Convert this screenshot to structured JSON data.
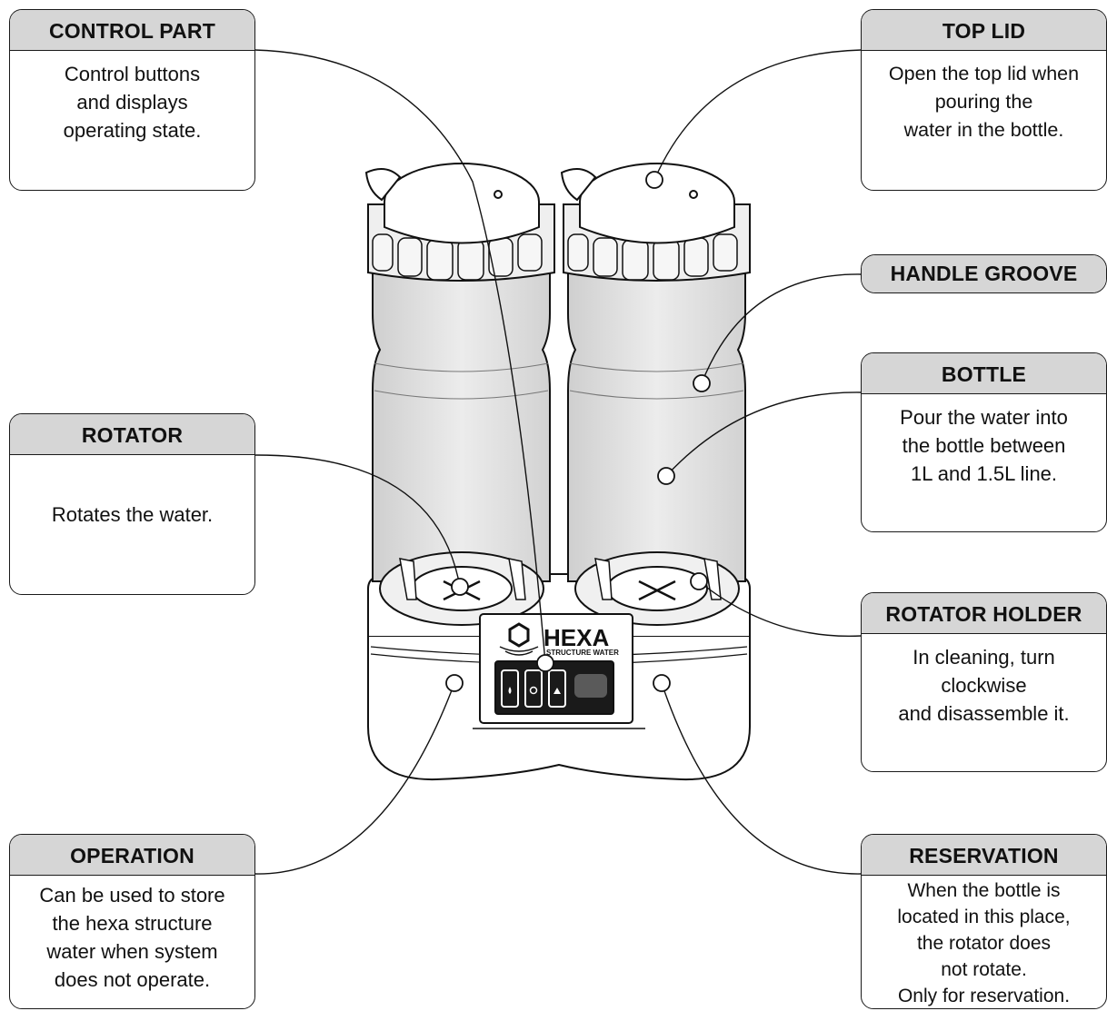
{
  "callouts": {
    "control_part": {
      "title": "CONTROL PART",
      "text": "Control buttons\nand displays\noperating state."
    },
    "top_lid": {
      "title": "TOP LID",
      "text": "Open the top lid when\npouring the\nwater in the bottle."
    },
    "handle_groove": {
      "title": "HANDLE GROOVE"
    },
    "bottle": {
      "title": "BOTTLE",
      "text": "Pour the water into\nthe bottle between\n1L and 1.5L line."
    },
    "rotator": {
      "title": "ROTATOR",
      "text": "Rotates the water."
    },
    "rotator_holder": {
      "title": "ROTATOR HOLDER",
      "text": "In cleaning, turn\nclockwise\nand disassemble it."
    },
    "operation": {
      "title": "OPERATION",
      "text": "Can be used to store\nthe hexa structure\nwater when system\ndoes not operate."
    },
    "reservation": {
      "title": "RESERVATION",
      "text": "When the bottle is\nlocated in this place,\nthe rotator does\nnot rotate.\nOnly for reservation."
    }
  },
  "device": {
    "logo_main": "HEXA",
    "logo_sub": "STRUCTURE WATER"
  }
}
